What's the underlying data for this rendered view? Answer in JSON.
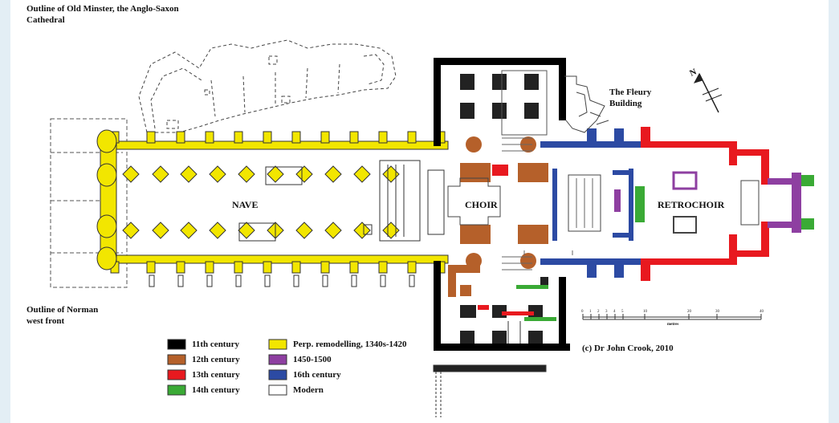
{
  "annotations": {
    "old_minster": [
      "Outline of Old Minster, the Anglo-Saxon",
      "Cathedral"
    ],
    "norman_front": [
      "Outline of Norman",
      "west front"
    ],
    "fleury": [
      "The Fleury",
      "Building"
    ],
    "credit": "(c) Dr John Crook, 2010"
  },
  "plan_labels": {
    "nave": "NAVE",
    "choir": "CHOIR",
    "retrochoir": "RETROCHOIR"
  },
  "compass": {
    "north": "N"
  },
  "scale_bar": {
    "unit": "metres",
    "ticks": [
      "0",
      "1",
      "2",
      "3",
      "4",
      "5",
      "10",
      "20",
      "30",
      "40"
    ]
  },
  "legend": [
    {
      "label": "11th century",
      "color": "#000000"
    },
    {
      "label": "12th century",
      "color": "#b5602a"
    },
    {
      "label": "13th century",
      "color": "#e8191f"
    },
    {
      "label": "14th century",
      "color": "#3aaa35"
    },
    {
      "label": "Perp. remodelling, 1340s-1420",
      "color": "#f2e600"
    },
    {
      "label": "1450-1500",
      "color": "#8e3fa1"
    },
    {
      "label": "16th century",
      "color": "#2c4aa3"
    },
    {
      "label": "Modern",
      "color": "#ffffff"
    }
  ]
}
